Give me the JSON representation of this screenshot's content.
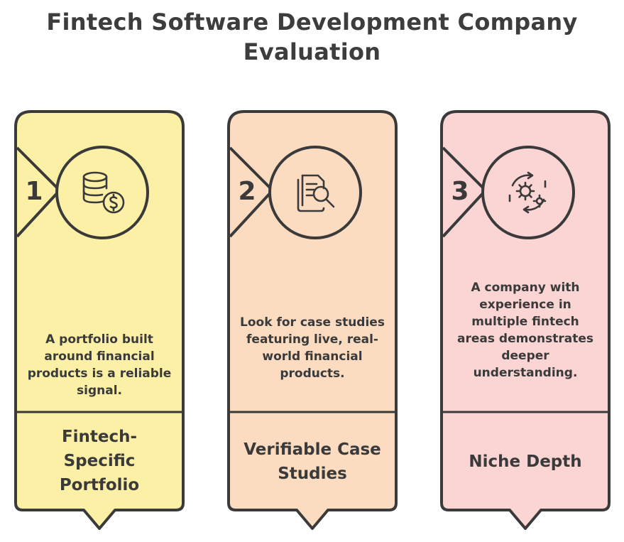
{
  "title": "Fintech Software Development Company Evaluation",
  "colors": {
    "card1_fill": "#fbf0a6",
    "card2_fill": "#fcdcc0",
    "card3_fill": "#fbd4d4",
    "outline": "#3a3a3a"
  },
  "cards": [
    {
      "number": "1",
      "icon": "coins-dollar-icon",
      "description": "A portfolio built around financial products is a reliable signal.",
      "label": "Fintech-Specific Portfolio"
    },
    {
      "number": "2",
      "icon": "document-search-icon",
      "description": "Look for case studies featuring live, real-world financial products.",
      "label": "Verifiable Case Studies"
    },
    {
      "number": "3",
      "icon": "gears-cycle-icon",
      "description": "A company with experience in multiple fintech areas demonstrates deeper understanding.",
      "label": "Niche Depth"
    }
  ]
}
